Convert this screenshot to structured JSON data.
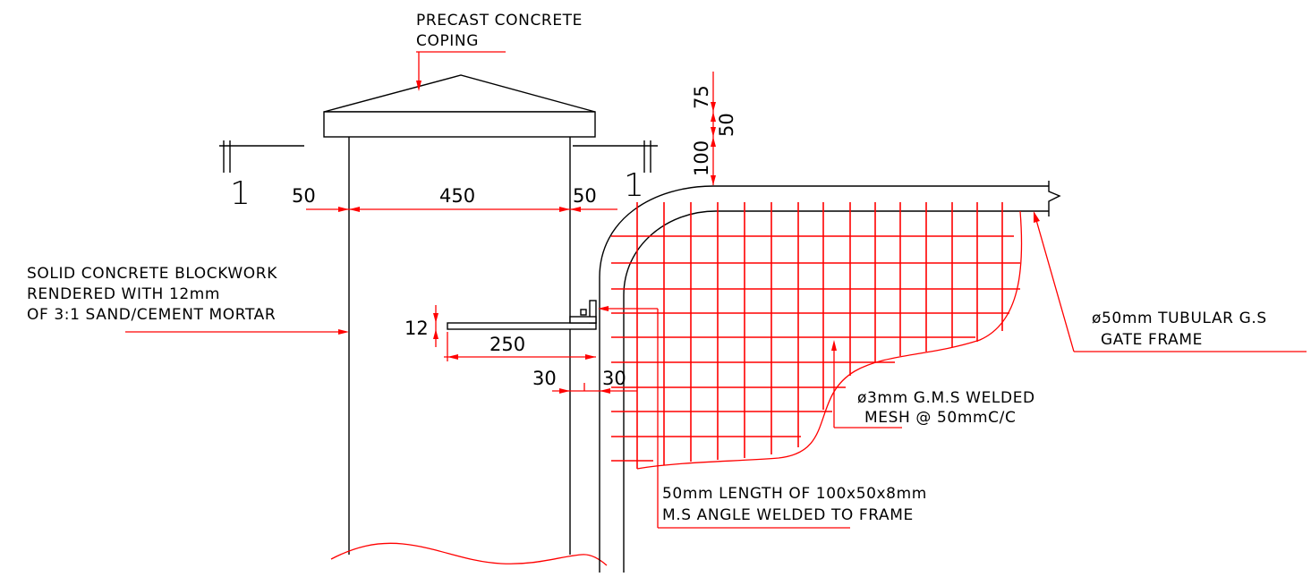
{
  "labels": {
    "coping_1": "PRECAST CONCRETE",
    "coping_2": "COPING",
    "blockwork_1": "SOLID CONCRETE BLOCKWORK",
    "blockwork_2": "RENDERED WITH 12mm",
    "blockwork_3": "OF 3:1 SAND/CEMENT MORTAR",
    "frame_1": "ø50mm TUBULAR G.S",
    "frame_2": "GATE FRAME",
    "mesh_1": "ø3mm G.M.S WELDED",
    "mesh_2": "MESH @ 50mmC/C",
    "angle_1": "50mm LENGTH OF 100x50x8mm",
    "angle_2": "M.S ANGLE WELDED TO FRAME"
  },
  "dimensions": {
    "left_offset": "50",
    "pier_width": "450",
    "right_offset": "50",
    "plate_thickness": "12",
    "plate_length": "250",
    "gap_left": "30",
    "gap_right": "30",
    "top_75": "75",
    "top_50": "50",
    "top_100": "100"
  },
  "section_marks": {
    "left": "1",
    "right": "1"
  },
  "colors": {
    "linework": "#000000",
    "leaders_and_mesh": "#ff0000"
  }
}
